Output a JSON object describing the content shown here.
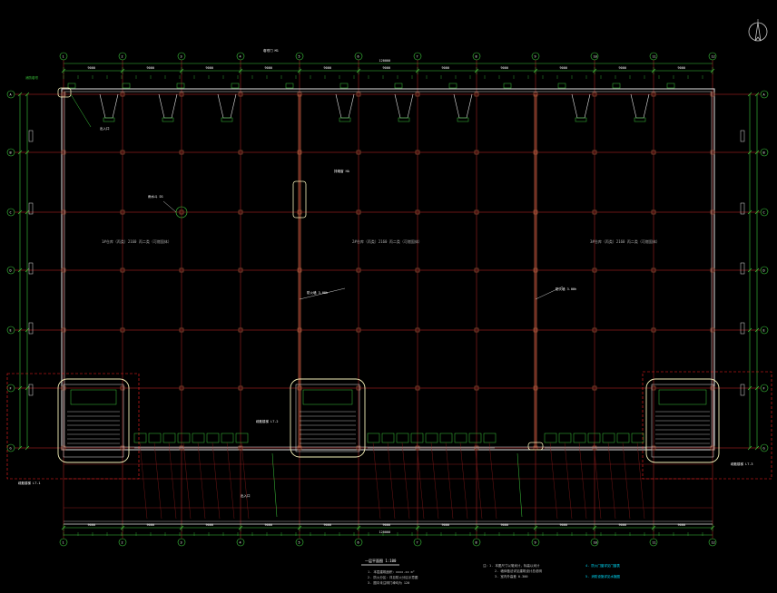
{
  "colors": {
    "background": "#000000",
    "grid": "#8a1c1c",
    "wall": "#e0e0e0",
    "dimension": "#3cc83c",
    "annotation": "#ffffff",
    "highlight": "#f4f0b8",
    "cut_region": "#ff2020",
    "column": "#b06040",
    "cyan": "#00e0ff"
  },
  "north_symbol": "north-arrow-icon",
  "plan": {
    "axis_cols": [
      "1",
      "2",
      "3",
      "4",
      "5",
      "6",
      "7",
      "8",
      "9",
      "10",
      "11",
      "12"
    ],
    "axis_rows": [
      "A",
      "B",
      "C",
      "D",
      "E",
      "F",
      "G"
    ],
    "overall_dim_top": "120000",
    "overall_dim_bottom": "120000",
    "bay_dims_top": [
      "9000",
      "9000",
      "9000",
      "9000",
      "9000",
      "9000",
      "9000",
      "9000",
      "9000",
      "9000",
      "9000",
      "9000"
    ],
    "bay_dims_bottom": [
      "9000",
      "9000",
      "9000",
      "9000",
      "9000",
      "9000",
      "9000",
      "9000",
      "9000",
      "9000",
      "9000",
      "9000"
    ],
    "zones": [
      {
        "label": "1#仓库（丙类）2160 丙二类（可燃固体）"
      },
      {
        "label": "2#仓库（丙类）2160 丙二类（可燃固体）"
      },
      {
        "label": "3#仓库（丙类）2160 丙二类（可燃固体）"
      }
    ],
    "callouts": [
      {
        "text": "卷帘门 M1"
      },
      {
        "text": "消防卷帘"
      },
      {
        "text": "雨水斗 D1"
      },
      {
        "text": "排烟窗 HA"
      },
      {
        "text": "疏散楼梯 LT-1"
      },
      {
        "text": "疏散楼梯 LT-2"
      },
      {
        "text": "疏散楼梯 LT-3"
      },
      {
        "text": "防火墙 3.00h"
      },
      {
        "text": "防火墙 3.00h"
      },
      {
        "text": "出入口"
      },
      {
        "text": "出入口"
      }
    ]
  },
  "footer": {
    "title": "一层平面图 1:100",
    "notes_left": [
      "1. 本层建筑面积：xxxx.xx m²",
      "2. 防火分区：详见防火分区示意图",
      "3. 图中未注明门垛均为 120"
    ],
    "notes_right": [
      "注：1. 本图尺寸以毫米计，标高以米计",
      "2. 墙体做法详见建筑设计总说明",
      "3. 室内外高差 0.300",
      "4. 防火门窗详见门窗表",
      "5. 消防设施详见水施图"
    ]
  }
}
